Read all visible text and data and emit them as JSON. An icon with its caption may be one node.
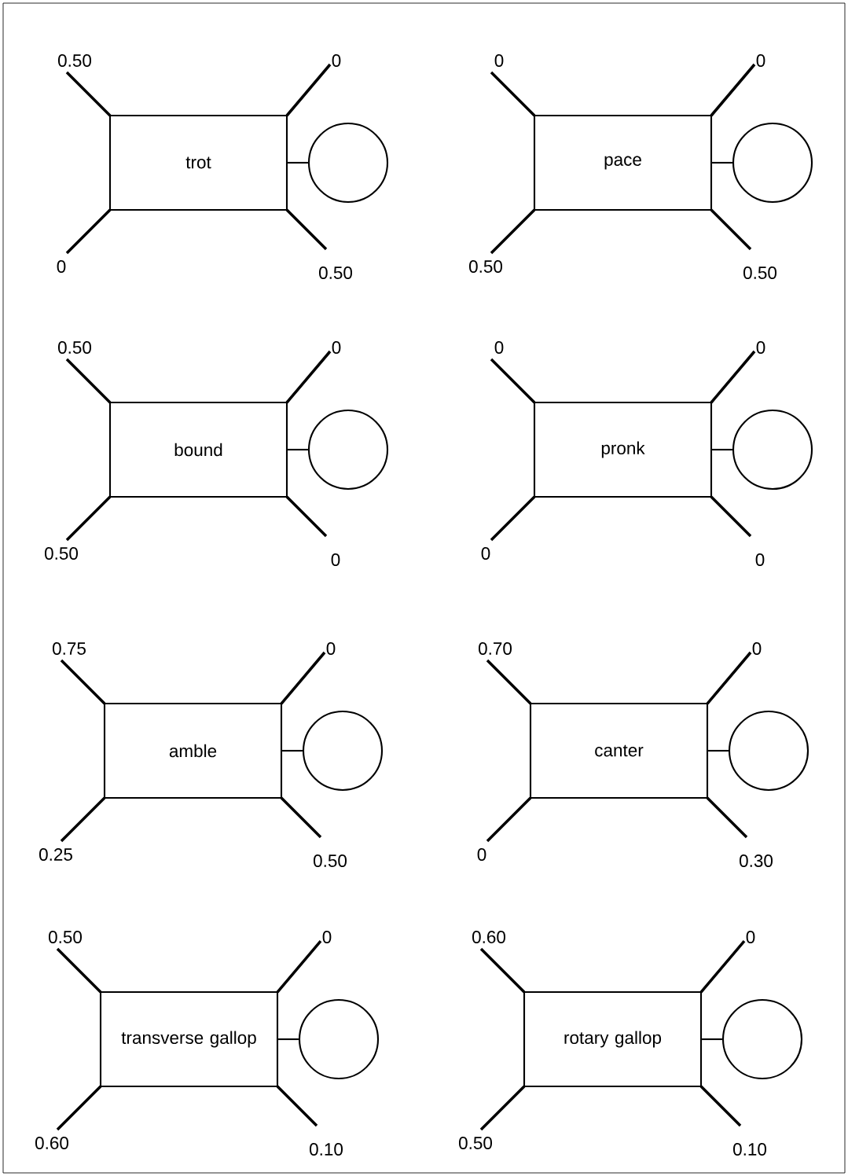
{
  "diagram": {
    "nodes": [
      {
        "text": [
          "trot"
        ]
      },
      {
        "text": [],
        "shape": "circle"
      },
      {
        "text": [
          "pace"
        ]
      },
      {
        "text": [],
        "shape": "circle"
      },
      {
        "text": [
          "bound"
        ]
      },
      {
        "text": [],
        "shape": "circle"
      },
      {
        "text": [
          "pronk"
        ]
      },
      {
        "text": [],
        "shape": "circle"
      },
      {
        "text": [
          "amble"
        ]
      },
      {
        "text": [],
        "shape": "circle"
      },
      {
        "text": [
          "canter"
        ]
      },
      {
        "text": [],
        "shape": "circle"
      },
      {
        "text": [
          "transverse gallop"
        ]
      },
      {
        "text": [],
        "shape": "circle"
      },
      {
        "text": [
          "rotary gallop"
        ]
      },
      {
        "text": [],
        "shape": "circle"
      }
    ],
    "edges": [
      {
        "from": 0,
        "to": 1,
        "arrow": "none"
      },
      {
        "from": 2,
        "to": 3,
        "arrow": "none"
      },
      {
        "from": 4,
        "to": 5,
        "arrow": "none"
      },
      {
        "from": 6,
        "to": 7,
        "arrow": "none"
      },
      {
        "from": 8,
        "to": 9,
        "arrow": "none"
      },
      {
        "from": 10,
        "to": 11,
        "arrow": "none"
      },
      {
        "from": 12,
        "to": 13,
        "arrow": "none"
      },
      {
        "from": 14,
        "to": 15,
        "arrow": "none"
      }
    ],
    "labels": [
      "0.50",
      "0",
      "0",
      "0.50",
      "0",
      "0",
      "0.50",
      "0.50",
      "0.50",
      "0",
      "0.50",
      "0",
      "0",
      "0",
      "0",
      "0",
      "0.75",
      "0",
      "0.25",
      "0.50",
      "0.70",
      "0",
      "0",
      "0.30",
      "0.50",
      "0",
      "0.60",
      "0.10",
      "0.60",
      "0",
      "0.50",
      "0.10"
    ]
  }
}
